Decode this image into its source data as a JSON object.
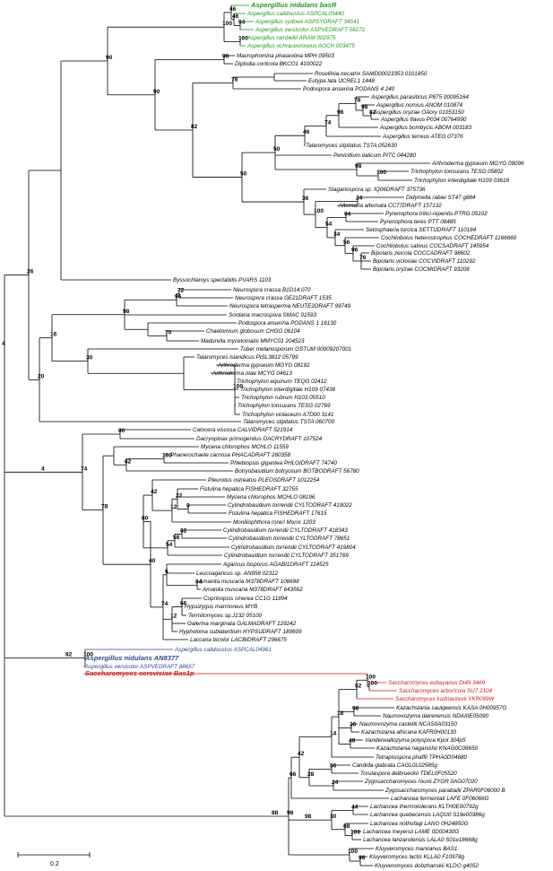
{
  "scale_bar_label": "0.2",
  "colors": {
    "black": "#000000",
    "green": "#1a9a1a",
    "blue": "#2c4a8c",
    "red": "#d01818"
  },
  "leaves": [
    {
      "label": "Aspergillus nidulans basR",
      "color": "green",
      "bold": true
    },
    {
      "label": "Aspergillus calidoustus ASPCAL03440",
      "color": "green"
    },
    {
      "label": "Aspergillus sydowii ASPSYDRAFT 34541",
      "color": "green"
    },
    {
      "label": "Aspergillus versicolor ASPVEDRAFT 56272",
      "color": "green"
    },
    {
      "label": "Aspergillus rambellii ARAM 002975",
      "color": "green"
    },
    {
      "label": "Aspergillus ochraceoroseus AOCH 003475",
      "color": "green"
    },
    {
      "label": "Macrophomina phaseolina MPH 09503",
      "color": "black"
    },
    {
      "label": "Diplodia corticola BKCO1 4100022",
      "color": "black"
    },
    {
      "label": "Rosellinia necatrix SAMD00023353 0101850",
      "color": "black"
    },
    {
      "label": "Eutypa lata UCREL1 1448",
      "color": "black"
    },
    {
      "label": "Podospora anserina PODANS 4 240",
      "color": "black"
    },
    {
      "label": "Aspergillus parasiticus P875 00095164",
      "color": "black"
    },
    {
      "label": "Aspergillus nomius ANOM 010874",
      "color": "black"
    },
    {
      "label": "Aspergillus oryzae OAory 01053150",
      "color": "black"
    },
    {
      "label": "Aspergillus flavus P034 00764990",
      "color": "black"
    },
    {
      "label": "Aspergillus bombycis ABOM 003183",
      "color": "black"
    },
    {
      "label": "Aspergillus terreus ATEG 07376",
      "color": "black"
    },
    {
      "label": "Talaromyces stipitatus TSTA 052630",
      "color": "black"
    },
    {
      "label": "Penicillium italicum PITC 044280",
      "color": "black"
    },
    {
      "label": "Arthroderma gypseum MGYG 09096",
      "color": "black"
    },
    {
      "label": "Trichophyton tonsurans TESG 05802",
      "color": "black"
    },
    {
      "label": "Trichophyton interdigitale H109 03618",
      "color": "black"
    },
    {
      "label": "Staganospora sp. IQ06DRAFT 375736",
      "color": "black"
    },
    {
      "label": "Didymella rabiei ST47 g884",
      "color": "black"
    },
    {
      "label": "Alternaria alternata CC77DRAFT 157132",
      "color": "black"
    },
    {
      "label": "Pyrenophora tritici-repentis PTRG 05102",
      "color": "black"
    },
    {
      "label": "Pyrenophora teres PTT 08485",
      "color": "black"
    },
    {
      "label": "Setosphaeria turcica SETTUDRAFT 110184",
      "color": "black"
    },
    {
      "label": "Cochliobolus heterostrophus COCHEDRAFT 1166660",
      "color": "black"
    },
    {
      "label": "Cochliobolus sativus COCSADRAFT 145954",
      "color": "black"
    },
    {
      "label": "Bipolaris zeicola COCCADRAFT 98602",
      "color": "black"
    },
    {
      "label": "Bipolaris victoriae COCVIDRAFT 110292",
      "color": "black"
    },
    {
      "label": "Bipolaris oryzae COCMIDRAFT 93206",
      "color": "black"
    },
    {
      "label": "Byssochlamys spectabilis PVARS 1103",
      "color": "black"
    },
    {
      "label": "Neurospora crassa B1D14.070",
      "color": "black"
    },
    {
      "label": "Neurospora crassa GE21DRAFT 1535",
      "color": "black"
    },
    {
      "label": "Neurospora tetrasperma NEUTE2DRAFT 99749",
      "color": "black"
    },
    {
      "label": "Sordaria macrospora SMAC 01593",
      "color": "black"
    },
    {
      "label": "Podospora anserina PODANS 1 16130",
      "color": "black"
    },
    {
      "label": "Chaetomium globosum CHGG 06104",
      "color": "black"
    },
    {
      "label": "Madurella mycetomatis MMYC01 204523",
      "color": "black"
    },
    {
      "label": "Tuber melanosporum GSTUM 00009207001",
      "color": "black"
    },
    {
      "label": "Talaromyces islandicus PISL3812 05799",
      "color": "black"
    },
    {
      "label": "Arthroderma gypseum MGYG 08192",
      "color": "black"
    },
    {
      "label": "Arthroderma otae MCYG 04613",
      "color": "black"
    },
    {
      "label": "Trichophyton equinum TEQG 02412",
      "color": "black"
    },
    {
      "label": "Trichophyton interdigitale H109 07438",
      "color": "black"
    },
    {
      "label": "Trichophyton rubrum H103 05510",
      "color": "black"
    },
    {
      "label": "Trichophyton tonsurans TESG 02769",
      "color": "black"
    },
    {
      "label": "Trichophyton violaceum A7D00 3141",
      "color": "black"
    },
    {
      "label": "Talaromyces stipitatus TSTA 060700",
      "color": "black"
    },
    {
      "label": "Calocera viscosa CALVIDRAFT 521914",
      "color": "black"
    },
    {
      "label": "Dacryopinax primogenitus DACRYDRAFT 107524",
      "color": "black"
    },
    {
      "label": "Mycena chlorophos MCHLO 11559",
      "color": "black"
    },
    {
      "label": "Phanerochaete carnosa PHACADRAFT 260358",
      "color": "black"
    },
    {
      "label": "Phlebiopsis gigantea PHLGIDRAFT 74740",
      "color": "black"
    },
    {
      "label": "Botryobasidium botryosum BOTBODRAFT 56780",
      "color": "black"
    },
    {
      "label": "Pleurotus ostreatus PLEOSDRAFT 1012254",
      "color": "black"
    },
    {
      "label": "Fistulina hepatica FISHEDRAFT 32755",
      "color": "black"
    },
    {
      "label": "Mycena chlorophos MCHLO 08196",
      "color": "black"
    },
    {
      "label": "Cylindrobasidium torrendii CYLTODRAFT 419022",
      "color": "black"
    },
    {
      "label": "Fistulina hepatica FISHEDRAFT 17615",
      "color": "black"
    },
    {
      "label": "Moniliophthora roreri Moror 1203",
      "color": "black"
    },
    {
      "label": "Cylindrobasidium torrendii CYLTODRAFT 418343",
      "color": "black"
    },
    {
      "label": "Cylindrobasidium torrendii CYLTODRAFT 78651",
      "color": "black"
    },
    {
      "label": "Cylindrobasidium torrendii CYLTODRAFT 419804",
      "color": "black"
    },
    {
      "label": "Cylindrobasidium torrendii CYLTODRAFT 351769",
      "color": "black"
    },
    {
      "label": "Agaricus bisporus AGABI1DRAFT 114525",
      "color": "black"
    },
    {
      "label": "Leucoagaricus sp. AN958 02312",
      "color": "black"
    },
    {
      "label": "Amanita muscaria M378DRAFT 106698",
      "color": "black"
    },
    {
      "label": "Amanita muscaria M378DRAFT 643562",
      "color": "black"
    },
    {
      "label": "Coprinopsis cinerea CC1G 11894",
      "color": "black"
    },
    {
      "label": "Hypsizygus marmoreus MYB",
      "color": "black"
    },
    {
      "label": "Termitomyces sp.J132 05100",
      "color": "black"
    },
    {
      "label": "Galerina marginata GALMADRAFT 129242",
      "color": "black"
    },
    {
      "label": "Hypholoma sublateritium HYPSUDRAFT 189609",
      "color": "black"
    },
    {
      "label": "Laccaria bicolor LACBIDRAFT 296675",
      "color": "black"
    },
    {
      "label": "Aspergillus calidoustus ASPCAL04961",
      "color": "blue"
    },
    {
      "label": "Aspergillus nidulans AN8377",
      "color": "blue",
      "bold": true
    },
    {
      "label": "Aspergillus versicolor ASPVEDRAFT 88657",
      "color": "blue"
    },
    {
      "label": "Saccharomyces cerevisiae Bas1p",
      "color": "red",
      "bold": true
    },
    {
      "label": "Saccharomyces eubayanus DI49 3469",
      "color": "red"
    },
    {
      "label": "Saccharomyces arboricola SU7 2104",
      "color": "red"
    },
    {
      "label": "Saccharomyces kudriavzevii YKR099W",
      "color": "red"
    },
    {
      "label": "Kazachstania saulgeensis KASA 0H00957G",
      "color": "black"
    },
    {
      "label": "Naumovozyma dairenensis NDAI0E05090",
      "color": "black"
    },
    {
      "label": "Naumovozyma castellii NCAS0A03150",
      "color": "black"
    },
    {
      "label": "Kazachstania africana KAFR0H00130",
      "color": "black"
    },
    {
      "label": "Vanderwaltozyma polyspora Kpol 304p5",
      "color": "black"
    },
    {
      "label": "Kazachstania naganishii KNAG0C06650",
      "color": "black"
    },
    {
      "label": "Tetrapisispora phaffii TPHA0D04680",
      "color": "black"
    },
    {
      "label": "Candida glabrata CAGL0L02585g",
      "color": "black"
    },
    {
      "label": "Torulaspora delbrueckii TDEL0F05520",
      "color": "black"
    },
    {
      "label": "Zygosaccharomyces rouxii ZYGR 0AG07020",
      "color": "black"
    },
    {
      "label": "Zygosaccharomyces parabailii ZPAR0F06000 B",
      "color": "black"
    },
    {
      "label": "Lachancea fermentati LAFE 0F06066G",
      "color": "black"
    },
    {
      "label": "Lachancea thermotolerans KLTH0E00792g",
      "color": "black"
    },
    {
      "label": "Lachancea quebecensis LAQU0 S19e00386g",
      "color": "black"
    },
    {
      "label": "Lachancea nothofagi LANO 0H24850G",
      "color": "black"
    },
    {
      "label": "Lachancea meyersii LAME 0D00430G",
      "color": "black"
    },
    {
      "label": "Lachancea lanzarotensis LALA0 S01e18668g",
      "color": "black"
    },
    {
      "label": "Kluyveromyces marxianus BAS1",
      "color": "black"
    },
    {
      "label": "Kluyveromyces lactis KLLA0 F10978g",
      "color": "black"
    },
    {
      "label": "Kluyveromyces dobzhanskii KLDO g4052",
      "color": "black"
    }
  ],
  "bootstrap": [
    "46",
    "100",
    "46",
    "94",
    "100",
    "90",
    "98",
    "50",
    "78",
    "82",
    "98",
    "82",
    "78",
    "96",
    "74",
    "46",
    "50",
    "100",
    "98",
    "36",
    "24",
    "94",
    "54",
    "100",
    "34",
    "56",
    "96",
    "76",
    "26",
    "72",
    "96",
    "98",
    "70",
    "12",
    "20",
    "16",
    "30",
    "100",
    "4",
    "90",
    "74",
    "100",
    "62",
    "78",
    "42",
    "22",
    "12",
    "0",
    "60",
    "62",
    "58",
    "54",
    "40",
    "6",
    "94",
    "74",
    "66",
    "12",
    "40",
    "100",
    "82",
    "100",
    "100",
    "52",
    "98",
    "36",
    "48",
    "18",
    "14",
    "42",
    "56",
    "24",
    "28",
    "66",
    "98",
    "44",
    "30",
    "68",
    "100",
    "100",
    "98",
    "88",
    "98",
    "100"
  ]
}
